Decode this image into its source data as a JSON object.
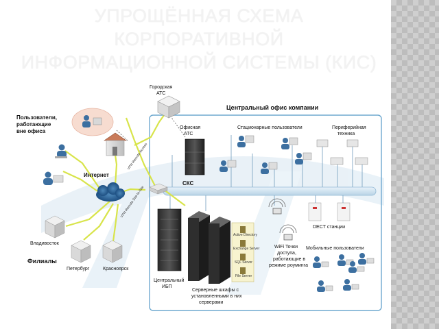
{
  "slide": {
    "title_lines": [
      "УПРОЩЁННАЯ СХЕМА",
      "КОРПОРАТИВНОЙ",
      "ИНФОРМАЦИОННОЙ СИСТЕМЫ (КИС)"
    ]
  },
  "colors": {
    "accent": "#7ab3d8",
    "office_border": "#6fa9cf",
    "link": "#d8e44a",
    "watermark": "#cfe2ef"
  },
  "diagram": {
    "city_pbx": [
      "Городская",
      "АТС"
    ],
    "remote_users": [
      "Пользователи,",
      "работающие",
      "вне офиса"
    ],
    "internet": "Интернет",
    "central_office": "Центральный офис компании",
    "office_pbx": [
      "Офисная",
      "АТС"
    ],
    "stationary_users": "Стационарные пользователи",
    "peripherals": [
      "Периферийная",
      "техника"
    ],
    "lan": "СКС",
    "vladivostok": "Владивосток",
    "branches": "Филиалы",
    "petersburg": "Петербург",
    "krasnoyarsk": "Красноярск",
    "ups": [
      "Центральный",
      "ИБП"
    ],
    "server_racks": [
      "Серверные шкафы с",
      "установленными в них",
      "серверами"
    ],
    "servers": [
      "Active Directory",
      "Exchange Server",
      "SQL Server",
      "File Server"
    ],
    "dect": "DECT станции",
    "wifi": [
      "WiFi Точки",
      "доступа,",
      "работающие в",
      "режиме роуминга"
    ],
    "mobile_users": "Мобильные пользователи",
    "vpn_tags": [
      "VPN Remote Access",
      "VPN Remote Site-to-Site"
    ]
  }
}
